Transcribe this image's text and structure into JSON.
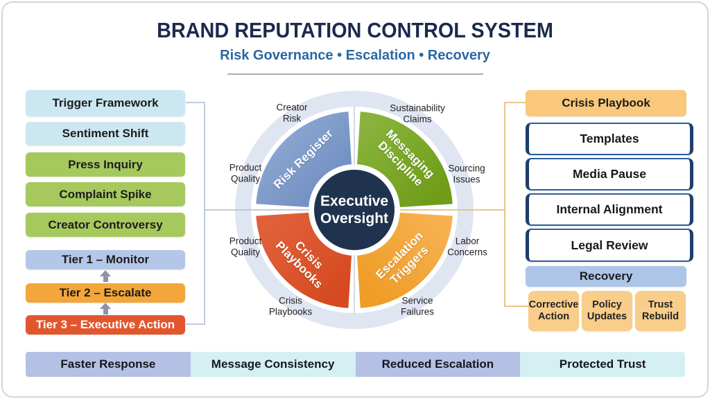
{
  "header": {
    "title": "BRAND REPUTATION CONTROL SYSTEM",
    "subtitle": "Risk Governance • Escalation • Recovery"
  },
  "left_panel": {
    "trigger_boxes": [
      {
        "label": "Trigger Framework"
      },
      {
        "label": "Sentiment Shift"
      },
      {
        "label": "Press Inquiry"
      },
      {
        "label": "Complaint Spike"
      },
      {
        "label": "Creator Controversy"
      }
    ],
    "tier_boxes": [
      {
        "label": "Tier 1 – Monitor"
      },
      {
        "label": "Tier 2 – Escalate"
      },
      {
        "label": "Tier 3 – Executive Action"
      }
    ]
  },
  "wheel": {
    "center": {
      "line1": "Executive",
      "line2": "Oversight"
    },
    "quadrants": {
      "top_left": {
        "line1": "Risk Register",
        "line2": ""
      },
      "top_right": {
        "line1": "Messaging",
        "line2": "Discipline"
      },
      "bottom_left": {
        "line1": "Crisis",
        "line2": "Playbooks"
      },
      "bottom_right": {
        "line1": "Escalation",
        "line2": "Triggers"
      }
    },
    "outer_labels": [
      {
        "label": "Creator Risk"
      },
      {
        "label": "Sustainability Claims"
      },
      {
        "label": "Product Quality"
      },
      {
        "label": "Sourcing Issues"
      },
      {
        "label": "Product Quality"
      },
      {
        "label": "Labor Concerns"
      },
      {
        "label": "Crisis Playbooks"
      },
      {
        "label": "Service Failures"
      }
    ]
  },
  "right_panel": {
    "header": "Crisis Playbook",
    "playbook_items": [
      {
        "label": "Templates"
      },
      {
        "label": "Media Pause"
      },
      {
        "label": "Internal Alignment"
      },
      {
        "label": "Legal Review"
      }
    ],
    "recovery_header": "Recovery",
    "recovery_items": [
      {
        "label": "Corrective Action"
      },
      {
        "label": "Policy Updates"
      },
      {
        "label": "Trust Rebuild"
      }
    ]
  },
  "footer": {
    "benefits": [
      {
        "label": "Faster Response"
      },
      {
        "label": "Message Consistency"
      },
      {
        "label": "Reduced Escalation"
      },
      {
        "label": "Protected Trust"
      }
    ]
  },
  "colors": {
    "title_navy": "#1b2a4c",
    "subtitle_blue": "#2b67a3",
    "cyan_box": "#cbe7f1",
    "green_box": "#a6c95e",
    "tier1_periwinkle": "#b4c7e9",
    "tier2_orange": "#f3a63a",
    "tier3_vermilion": "#e2562e",
    "quadrant_blue": "#7191c2",
    "quadrant_green": "#76a224",
    "quadrant_red": "#da4f28",
    "quadrant_orange": "#f2a337",
    "center_navy": "#20334e",
    "outer_ring_lavender": "#e0e5f2",
    "playbook_header_orange": "#f9c87c",
    "playbook_item_border": "#2d5f9e",
    "recovery_periwinkle": "#adc5e9",
    "recovery_item_orange": "#f9cd8a",
    "footer_periwinkle": "#b5c0e5",
    "footer_cyan": "#d4f0f3"
  }
}
